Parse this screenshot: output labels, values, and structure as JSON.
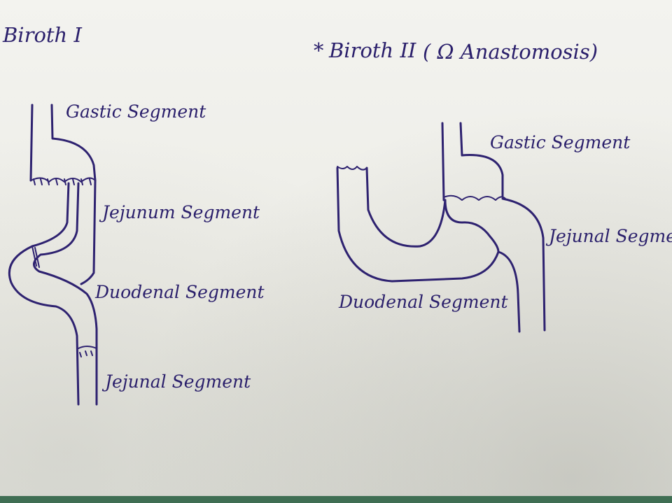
{
  "diagrams": [
    {
      "title": "Biroth I",
      "labels": {
        "gastric": "Gastic Segment",
        "jejunum": "Jejunum Segment",
        "duodenal": "Duodenal Segment",
        "jejunal": "Jejunal Segment"
      }
    },
    {
      "title_prefix": "*",
      "title": "Biroth II",
      "title_note": "( Ω Anastomosis)",
      "labels": {
        "gastric": "Gastic Segment",
        "jejunal": "Jejunal Segmen",
        "duodenal": "Duodenal Segment"
      }
    }
  ],
  "colors": {
    "ink": "#2e2270",
    "paper": "#eeeeea"
  }
}
